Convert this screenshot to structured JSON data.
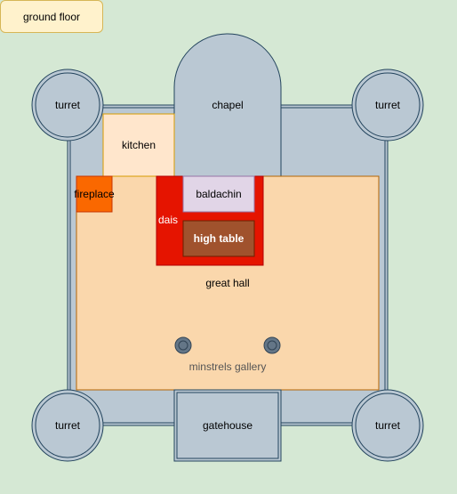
{
  "floor_label": "ground floor",
  "rooms": {
    "chapel": "chapel",
    "kitchen": "kitchen",
    "fireplace": "fireplace",
    "baldachin": "baldachin",
    "dais": "dais",
    "high_table": "high table",
    "great_hall": "great hall",
    "minstrels_gallery": "minstrels gallery",
    "gatehouse": "gatehouse"
  },
  "turrets": {
    "top_left": "turret",
    "top_right": "turret",
    "bottom_left": "turret",
    "bottom_right": "turret"
  },
  "colors": {
    "background": "#d5e8d4",
    "wall_fill": "#bac8d3",
    "wall_stroke": "#23445d",
    "hall_fill": "#fad7ac",
    "hall_stroke": "#b46504",
    "kitchen_fill": "#ffe6cc",
    "fireplace_fill": "#fa6800",
    "dais_fill": "#e51400",
    "dais_stroke": "#b20000",
    "baldachin_fill": "#e1d5e7",
    "baldachin_stroke": "#9673a6",
    "high_table_fill": "#a0522d",
    "high_table_stroke": "#6d1f00",
    "note_fill": "#fff2cc",
    "note_stroke": "#d6b656",
    "column_fill": "#647687",
    "column_stroke": "#314354"
  }
}
